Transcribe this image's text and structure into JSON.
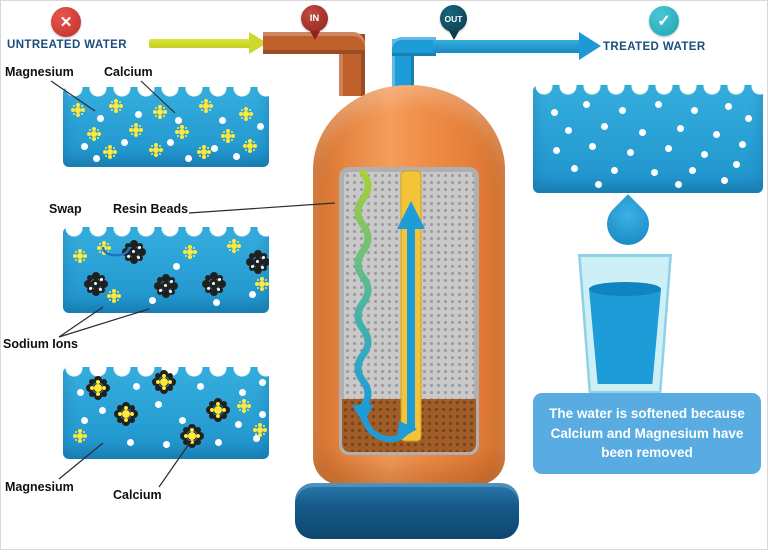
{
  "header": {
    "untreated_label": "UNTREATED WATER",
    "treated_label": "TREATED WATER",
    "in_badge": "IN",
    "out_badge": "OUT",
    "x_icon": "✕",
    "check_icon": "✓"
  },
  "stages": {
    "untreated": {
      "magnesium": "Magnesium",
      "calcium": "Calcium"
    },
    "exchange": {
      "swap": "Swap",
      "resin_beads": "Resin Beads",
      "sodium_ions": "Sodium Ions"
    },
    "removed": {
      "magnesium": "Magnesium",
      "calcium": "Calcium"
    }
  },
  "caption": "The water is softened because Calcium and Magnesium have been removed",
  "icons": {
    "calcium_ion": "css-yellow-flower",
    "magnesium_ion": "css-white-dot",
    "sodium_resin_bead": "css-black-cluster",
    "x": "✕",
    "check": "✓"
  },
  "colors": {
    "water_blue": "#2BA7DC",
    "navy_text": "#1B4E7C",
    "tank_orange": "#EF8F4C",
    "pipe_orange": "#C0602C",
    "arrow_yellow_green": "#CCD82F",
    "arrow_blue": "#1D9CD8",
    "badge_red": "#CE3A34",
    "badge_in_maroon": "#8E241F",
    "badge_out_teal": "#0A3C4A",
    "badge_check_teal": "#2FB9C8",
    "caption_bg": "#58ACE1",
    "resin_brown": "#A05D28",
    "base_blue": "#155A8A",
    "riser_yellow": "#F3C437",
    "wavy_green": "#A8CF3A"
  }
}
